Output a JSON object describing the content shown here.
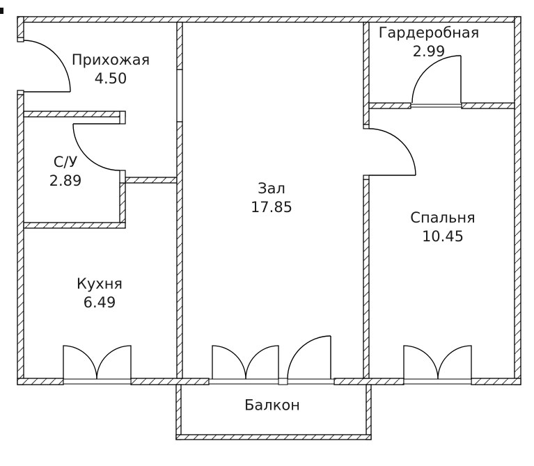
{
  "plan": {
    "rooms": [
      {
        "name": "Прихожая",
        "area": "4.50"
      },
      {
        "name": "Гардеробная",
        "area": "2.99"
      },
      {
        "name": "С/У",
        "area": "2.89"
      },
      {
        "name": "Зал",
        "area": "17.85"
      },
      {
        "name": "Спальня",
        "area": "10.45"
      },
      {
        "name": "Кухня",
        "area": "6.49"
      },
      {
        "name": "Балкон",
        "area": ""
      }
    ],
    "colors": {
      "background": "#ffffff",
      "wall_line": "#000000",
      "hatch_line": "#3a3a3a",
      "text": "#1c1c1c"
    }
  }
}
